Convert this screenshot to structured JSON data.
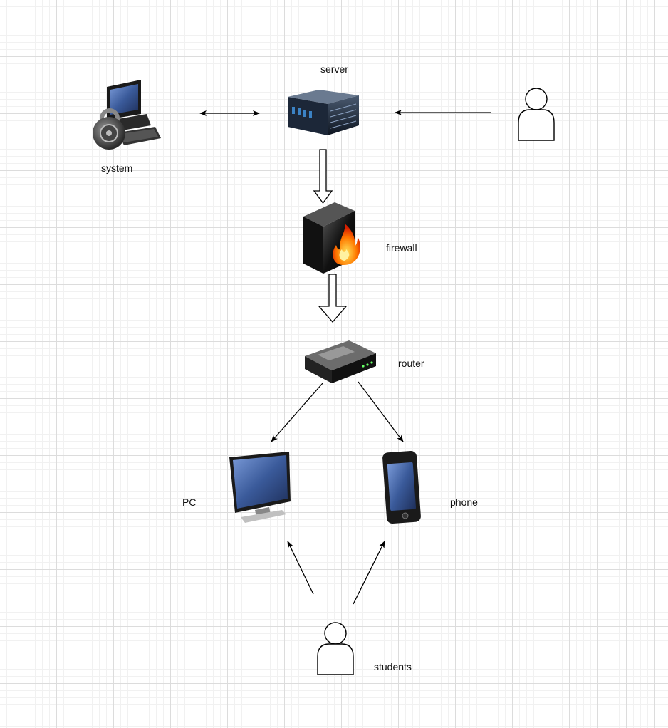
{
  "labels": {
    "server": "server",
    "system": "system",
    "firewall": "firewall",
    "router": "router",
    "pc": "PC",
    "phone": "phone",
    "students": "students"
  },
  "colors": {
    "line": "#000000",
    "screen": "#3a5a9a",
    "device_dark": "#1a1a1a",
    "flame": "#ff6a00"
  }
}
